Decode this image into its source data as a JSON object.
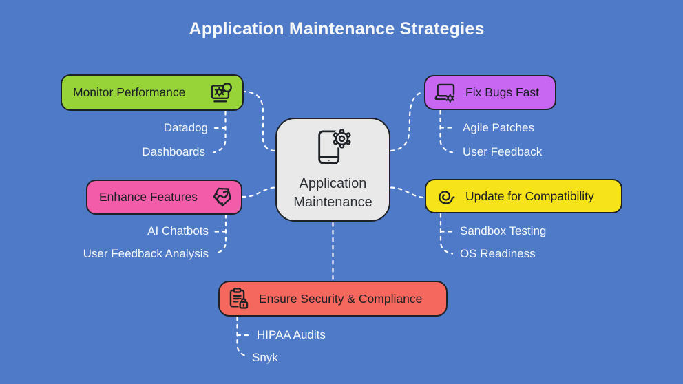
{
  "title": "Application Maintenance Strategies",
  "center": {
    "label_line1": "Application",
    "label_line2": "Maintenance",
    "icon": "phone-gear-icon",
    "bg": "#E9E9E9"
  },
  "branches": [
    {
      "id": "monitor-performance",
      "label": "Monitor Performance",
      "icon": "monitor-bug-search-icon",
      "color": "#97D437",
      "children": [
        "Datadog",
        "Dashboards"
      ]
    },
    {
      "id": "fix-bugs-fast",
      "label": "Fix Bugs Fast",
      "icon": "laptop-bug-icon",
      "color": "#C767F2",
      "children": [
        "Agile Patches",
        "User Feedback"
      ]
    },
    {
      "id": "enhance-features",
      "label": "Enhance Features",
      "icon": "upgrade-arrow-icon",
      "color": "#F25CA9",
      "children": [
        "AI Chatbots",
        "User Feedback Analysis"
      ]
    },
    {
      "id": "update-for-compatibility",
      "label": "Update for Compatibility",
      "icon": "swirl-icon",
      "color": "#F7E31A",
      "children": [
        "Sandbox Testing",
        "OS Readiness"
      ]
    },
    {
      "id": "ensure-security-compliance",
      "label": "Ensure Security & Compliance",
      "icon": "clipboard-lock-icon",
      "color": "#F4685D",
      "children": [
        "HIPAA Audits",
        "Snyk"
      ]
    }
  ],
  "colors": {
    "background": "#4E7AC7",
    "connector": "#FFFFFF",
    "outline": "#1E2226",
    "title_text": "#F4F6F8",
    "child_text": "#F6F8FA"
  }
}
